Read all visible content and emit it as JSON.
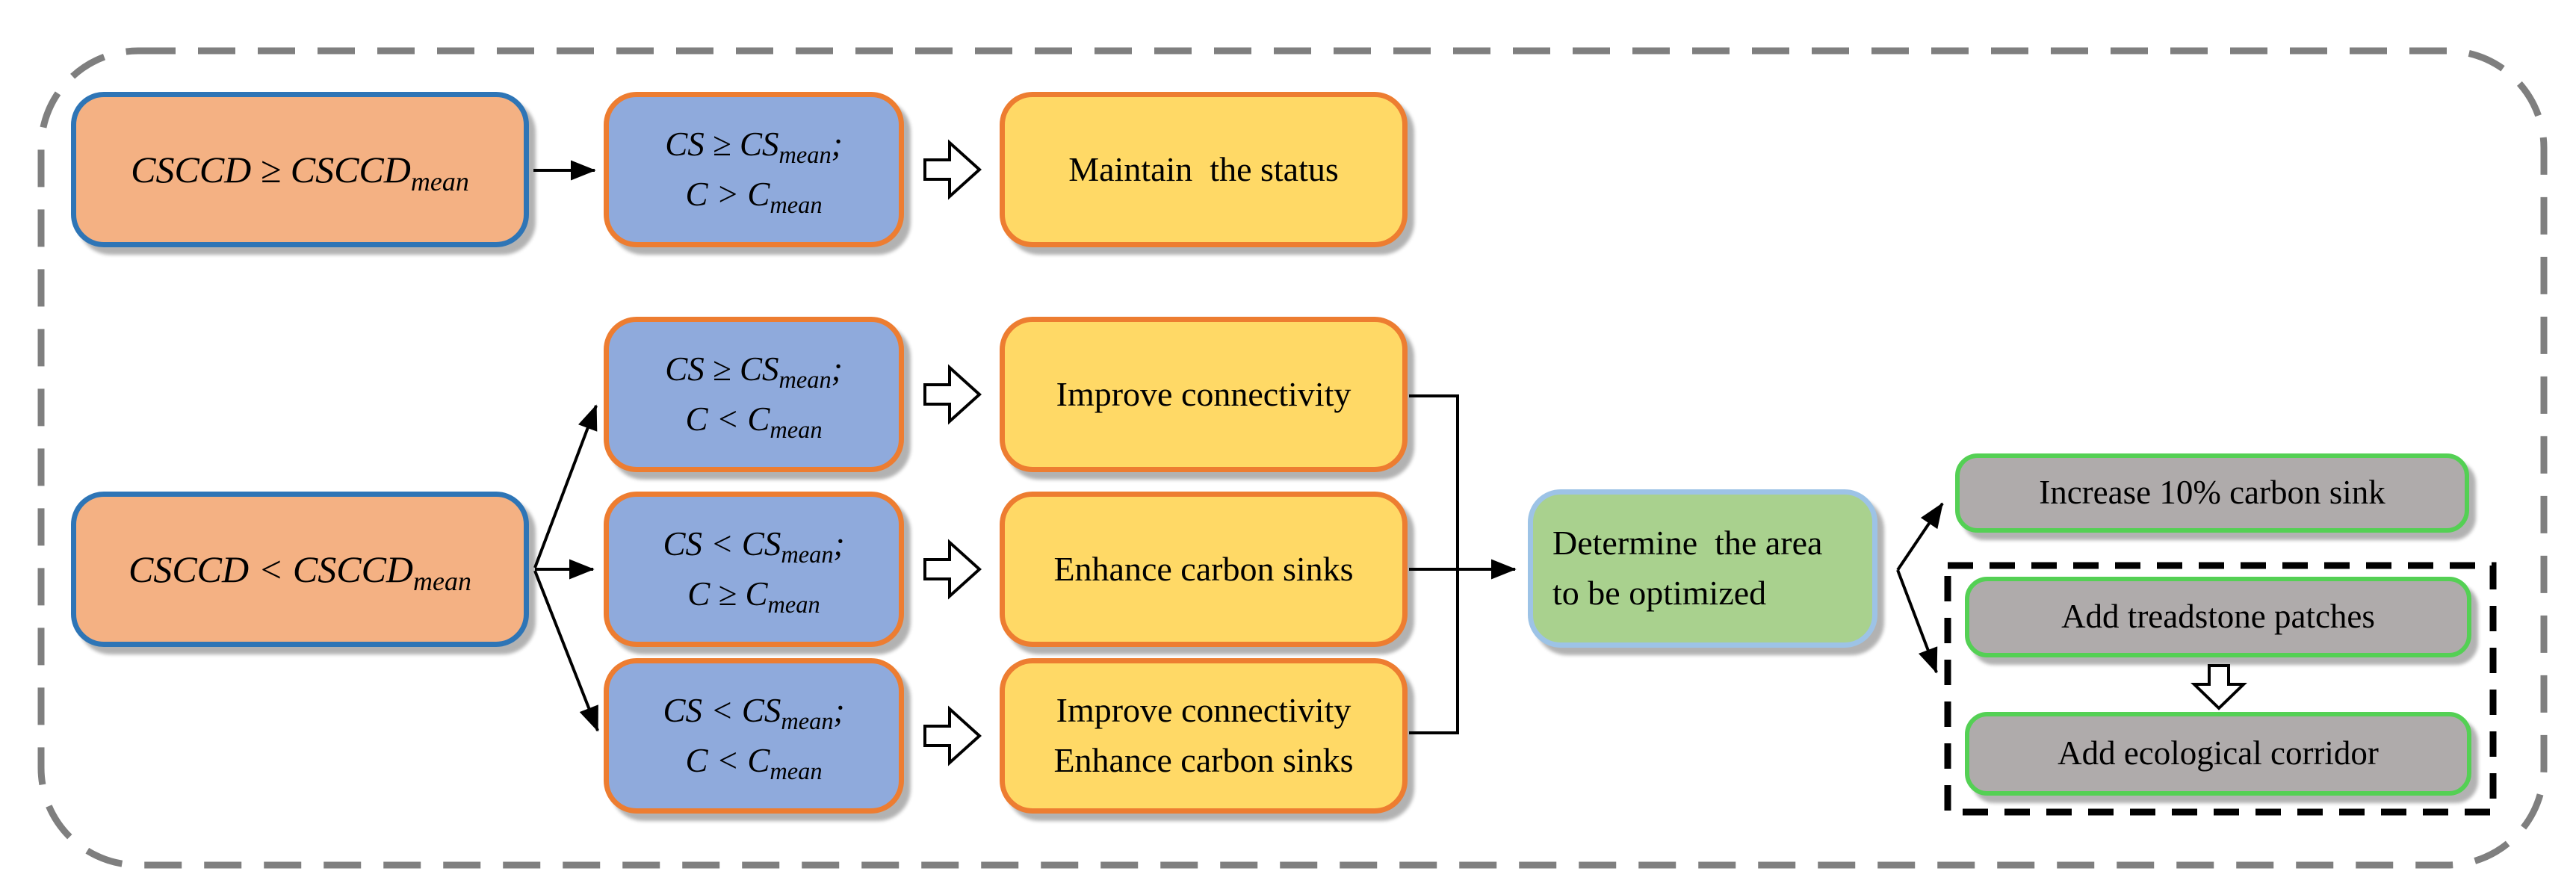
{
  "diagram": {
    "title_hint": "Carbon sink optimization decision flowchart",
    "colors": {
      "orange_fill": "#F4B183",
      "blue_fill": "#8FAADC",
      "yellow_fill": "#FFD966",
      "green_fill": "#A9D18E",
      "gray_fill": "#AFABAB",
      "blue_border": "#2E75B6",
      "orange_border": "#ED7D31",
      "light_blue_border": "#9DC3E6",
      "green_border": "#54D054",
      "outer_dashed_border": "#7F7F7F",
      "inner_dashed_border": "#000000"
    },
    "boxes": {
      "csccd_ge": {
        "text": "CSCCD ≥ CSCCD_mean"
      },
      "csccd_lt": {
        "text": "CSCCD < CSCCD_mean"
      },
      "cond_top": {
        "lines": [
          "CS ≥ CS_mean;",
          "C > C_mean"
        ]
      },
      "cond_a": {
        "lines": [
          "CS ≥ CS_mean;",
          "C < C_mean"
        ]
      },
      "cond_b": {
        "lines": [
          "CS < CS_mean;",
          "C ≥ C_mean"
        ]
      },
      "cond_c": {
        "lines": [
          "CS < CS_mean;",
          "C < C_mean"
        ]
      },
      "action_top": {
        "text": "Maintain  the status"
      },
      "action_a": {
        "text": "Improve connectivity"
      },
      "action_b": {
        "text": "Enhance carbon sinks"
      },
      "action_c": {
        "lines": [
          "Improve connectivity",
          "Enhance carbon sinks"
        ]
      },
      "determine": {
        "lines": [
          "Determine  the area",
          "to be optimized"
        ]
      },
      "increase": {
        "text": "Increase 10% carbon sink"
      },
      "treadstone": {
        "text": "Add treadstone patches"
      },
      "corridor": {
        "text": "Add ecological corridor"
      }
    },
    "connectors": [
      {
        "from": "csccd_ge",
        "to": "cond_top",
        "style": "solid-arrow"
      },
      {
        "from": "csccd_lt",
        "to": "cond_a",
        "style": "solid-arrow"
      },
      {
        "from": "csccd_lt",
        "to": "cond_b",
        "style": "solid-arrow"
      },
      {
        "from": "csccd_lt",
        "to": "cond_c",
        "style": "solid-arrow"
      },
      {
        "from": "cond_top",
        "to": "action_top",
        "style": "hollow-block-arrow"
      },
      {
        "from": "cond_a",
        "to": "action_a",
        "style": "hollow-block-arrow"
      },
      {
        "from": "cond_b",
        "to": "action_b",
        "style": "hollow-block-arrow"
      },
      {
        "from": "cond_c",
        "to": "action_c",
        "style": "hollow-block-arrow"
      },
      {
        "from": "action_a,action_b,action_c",
        "to": "determine",
        "style": "bracket-then-arrow"
      },
      {
        "from": "determine",
        "to": "increase",
        "style": "solid-arrow"
      },
      {
        "from": "determine",
        "to": "treadstone-group",
        "style": "solid-arrow"
      },
      {
        "from": "treadstone",
        "to": "corridor",
        "style": "hollow-block-arrow-down"
      }
    ]
  }
}
